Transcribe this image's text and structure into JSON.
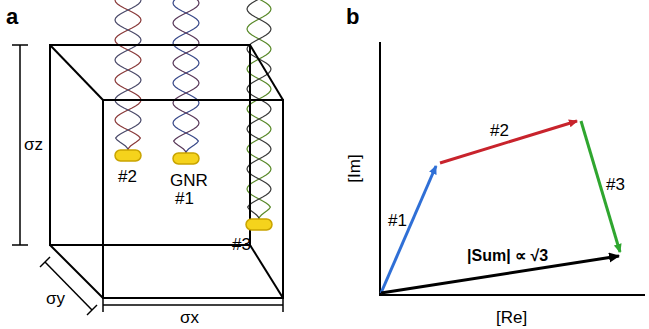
{
  "diagram": {
    "labels": [
      "a",
      "σz",
      "σy",
      "σx",
      "#2",
      "GNR",
      "#1",
      "#3",
      "b",
      "[Im]",
      "[Re]",
      "#1",
      "#2",
      "#3",
      "|Sum| ∝ √3"
    ]
  }
}
